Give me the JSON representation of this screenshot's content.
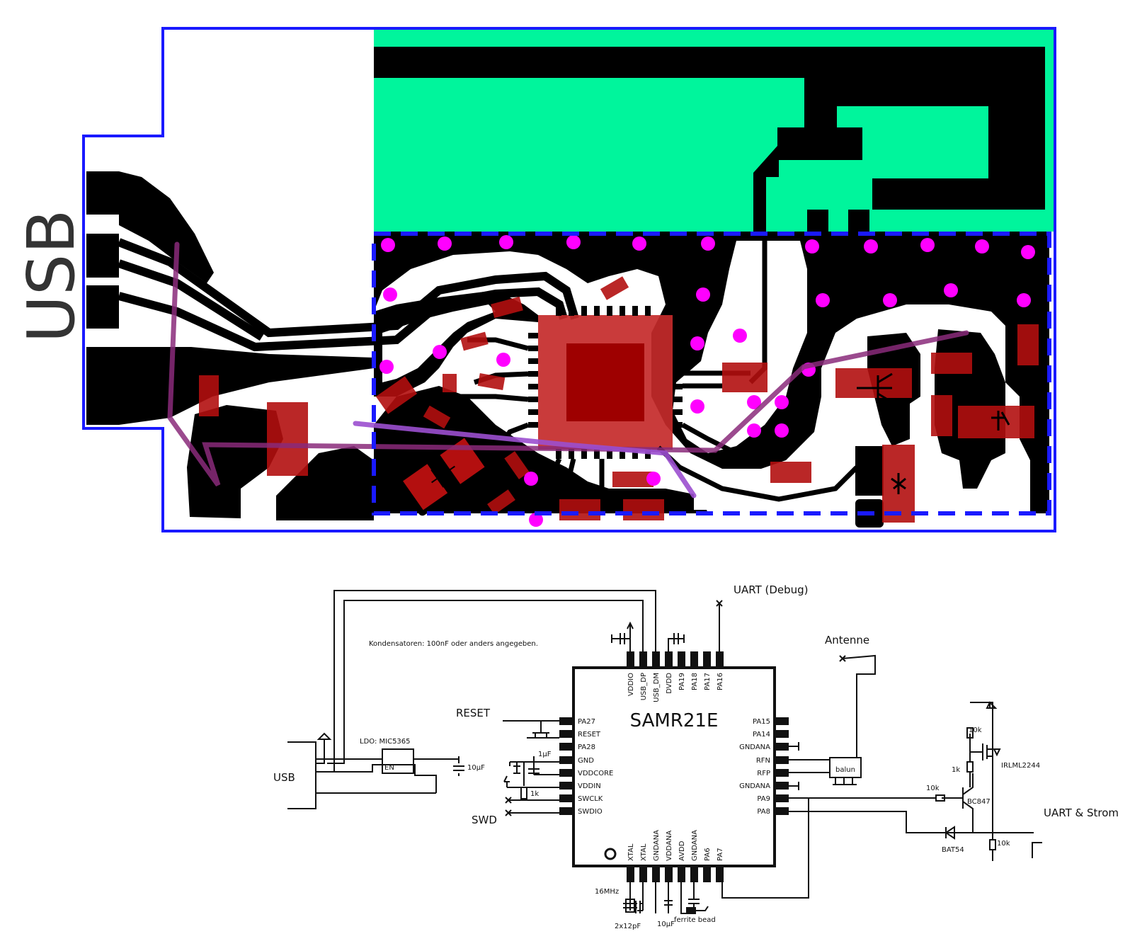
{
  "board": {
    "connector_label": "USB",
    "colors": {
      "outline": "#1a1aff",
      "antenna_fill": "#00f59c",
      "copper": "#000000",
      "pads": "#bf1b1b",
      "pads_dark": "#9e0000",
      "vias": "#ff00ff",
      "jumper": "#8a2a7a",
      "jumper_light": "#9b4fcf"
    }
  },
  "schematic": {
    "chip_name": "SAMR21E",
    "note": "Kondensatoren: 100nF oder anders angegeben.",
    "top_pins": [
      "VDDIO",
      "USB_DP",
      "USB_DM",
      "DVDD",
      "PA19",
      "PA18",
      "PA17",
      "PA16"
    ],
    "bottom_pins": [
      "XTAL",
      "XTAL",
      "GNDANA",
      "VDDANA",
      "AVDD",
      "GNDANA",
      "PA6",
      "PA7"
    ],
    "left_pins": [
      "PA27",
      "RESET",
      "PA28",
      "GND",
      "VDDCORE",
      "VDDIN",
      "SWCLK",
      "SWDIO"
    ],
    "right_pins": [
      "PA15",
      "PA14",
      "GNDANA",
      "RFN",
      "RFP",
      "GNDANA",
      "PA9",
      "PA8"
    ],
    "labels": {
      "usb": "USB",
      "reset": "RESET",
      "swd": "SWD",
      "uart_debug": "UART (Debug)",
      "antenne": "Antenne",
      "uart_strom": "UART & Strom",
      "ldo": "LDO: MIC5365",
      "en": "EN",
      "cap_10uf": "10µF",
      "cap_1uf": "1µF",
      "res_1k": "1k",
      "crystal": "16MHz",
      "crystal_caps": "2x12pF",
      "cap_10uf_bottom": "10µF",
      "ferrite": "ferrite bead",
      "balun": "balun",
      "r_10k_top": "10k",
      "r_1k_right": "1k",
      "mosfet": "IRLML2244",
      "r_10k_base": "10k",
      "transistor": "BC847",
      "diode": "BAT54",
      "r_10k_bottom": "10k"
    }
  }
}
